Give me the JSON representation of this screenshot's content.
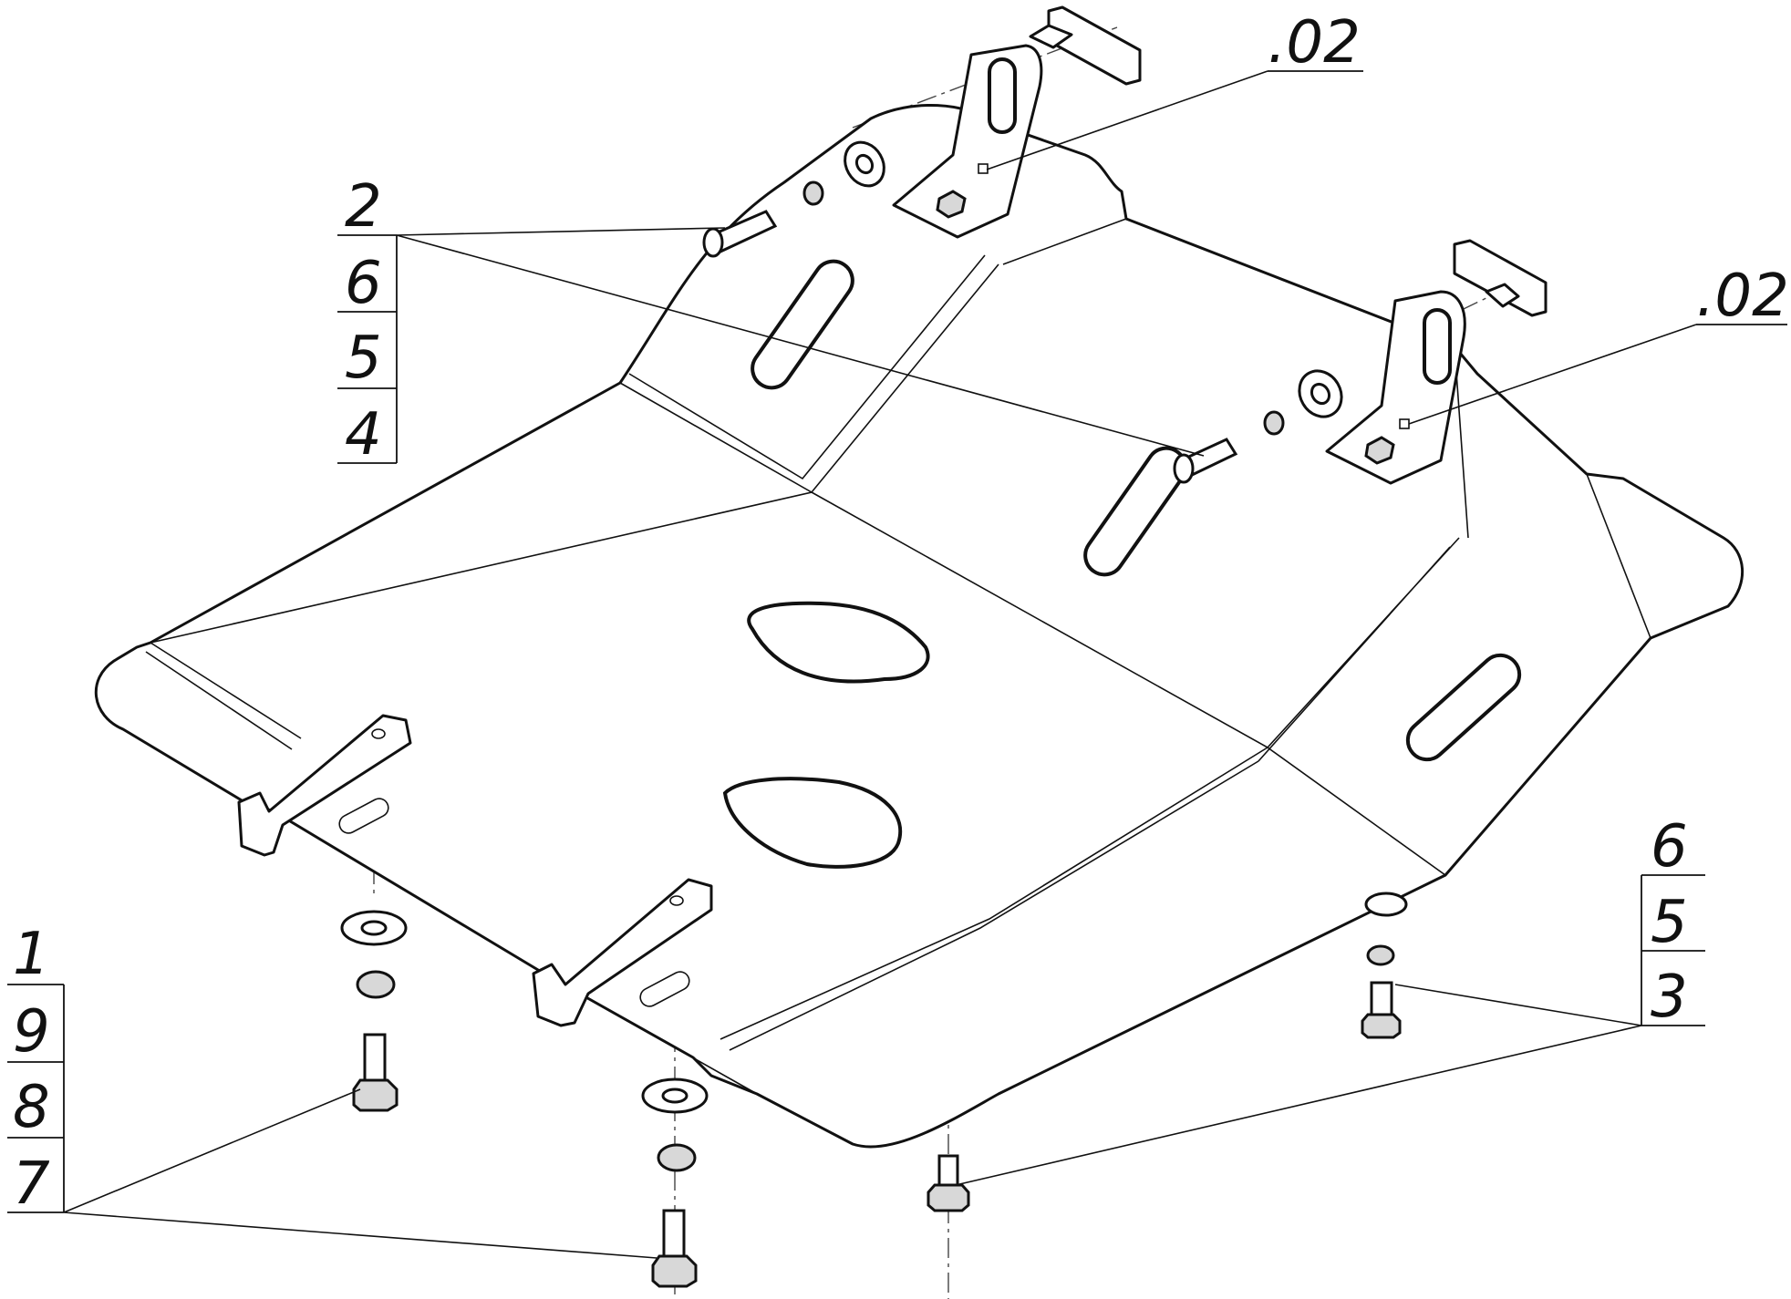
{
  "callouts": {
    "top_left_stack": [
      "2",
      "6",
      "5",
      "4"
    ],
    "bracket_upper": ".02",
    "bracket_right": ".02",
    "bottom_right_stack": [
      "6",
      "5",
      "3"
    ],
    "bottom_left_stack": [
      "1",
      "9",
      "8",
      "7"
    ]
  }
}
